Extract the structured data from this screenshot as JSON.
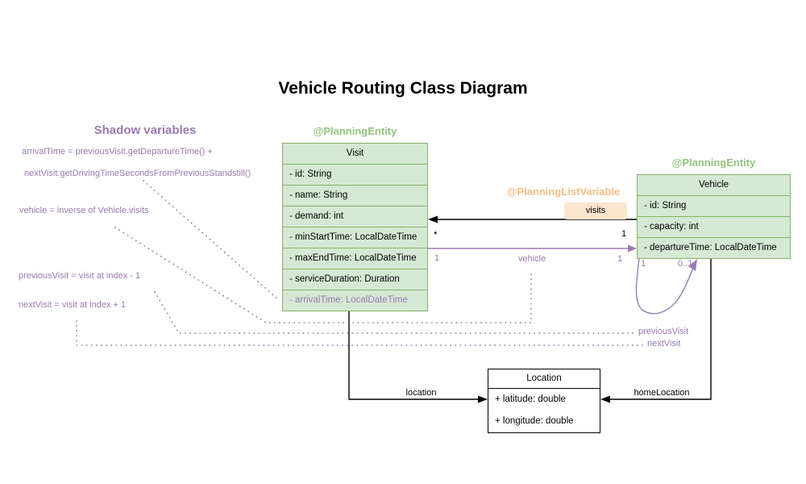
{
  "title": "Vehicle Routing Class Diagram",
  "shadow": {
    "heading": "Shadow variables",
    "lines": [
      "arrivalTime = previousVisit.getDepartureTime() +",
      "nextVisit.getDrivingTimeSecondsFromPreviousStandstill()",
      "vehicle = inverse of Vehicle.visits",
      "previousVisit = visit at index - 1",
      "nextVisit = visit at index + 1"
    ]
  },
  "annotations": {
    "visit_entity": "@PlanningEntity",
    "vehicle_entity": "@PlanningEntity",
    "list_variable": "@PlanningListVariable"
  },
  "classes": {
    "visit": {
      "name": "Visit",
      "fields": [
        "- id: String",
        "- name: String",
        "- demand: int",
        "- minStartTime: LocalDateTime",
        "- maxEndTime: LocalDateTime",
        "- serviceDuration: Duration",
        "- arrivalTime: LocalDateTime"
      ]
    },
    "vehicle": {
      "name": "Vehicle",
      "fields": [
        "- id: String",
        "- capacity: int",
        "- departureTime: LocalDateTime"
      ]
    },
    "location": {
      "name": "Location",
      "fields": [
        "+ latitude: double",
        "+ longitude: double"
      ]
    }
  },
  "relations": {
    "visits": {
      "label": "visits",
      "target_mult": "*",
      "source_mult": "1"
    },
    "vehicle": {
      "label": "vehicle",
      "left_mult": "1",
      "right_mult": "1"
    },
    "next_prev_loop": {
      "left_mult": "1",
      "right_mult": "0..1",
      "prev_label": "previousVisit",
      "next_label": "nextVisit"
    },
    "location": {
      "label": "location"
    },
    "home_location": {
      "label": "homeLocation"
    }
  },
  "colors": {
    "purple": "#9a7ab0",
    "green_border": "#82b366",
    "green_fill": "#d5e8d4",
    "green_text": "#93c47d",
    "orange_text": "#f8be85",
    "orange_fill": "#fce5cd",
    "ink": "#000000"
  }
}
